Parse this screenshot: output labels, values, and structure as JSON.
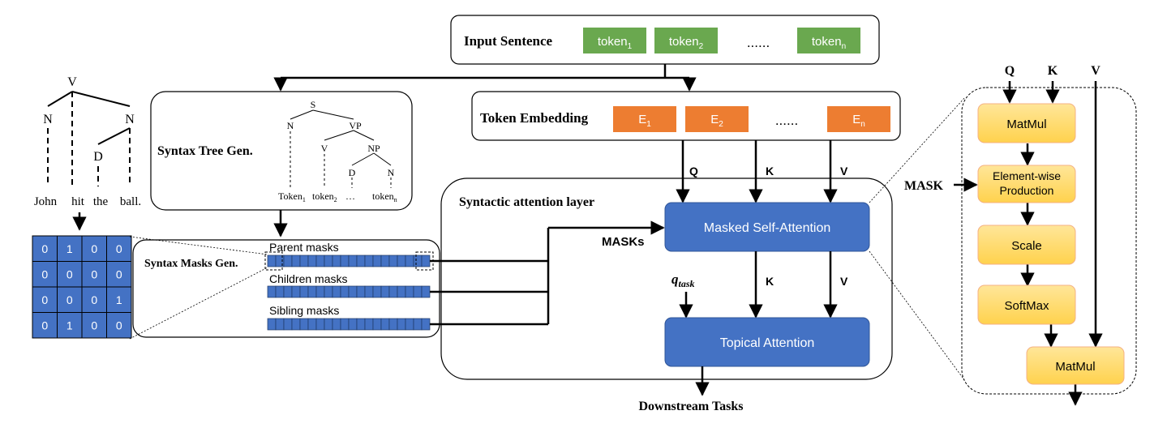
{
  "input": {
    "title": "Input Sentence",
    "tokens": [
      {
        "base": "token",
        "sub": "1"
      },
      {
        "base": "token",
        "sub": "2"
      },
      {
        "base": "token",
        "sub": "n"
      }
    ],
    "ellipsis": "......"
  },
  "embedding": {
    "title": "Token Embedding",
    "items": [
      {
        "base": "E",
        "sub": "1"
      },
      {
        "base": "E",
        "sub": "2"
      },
      {
        "base": "E",
        "sub": "n"
      }
    ],
    "ellipsis": "......"
  },
  "left_tree": {
    "nodes": [
      "V",
      "N",
      "N",
      "D"
    ],
    "words": [
      "John",
      "hit",
      "the",
      "ball."
    ]
  },
  "matrix": [
    [
      "0",
      "1",
      "0",
      "0"
    ],
    [
      "0",
      "0",
      "0",
      "0"
    ],
    [
      "0",
      "0",
      "0",
      "1"
    ],
    [
      "0",
      "1",
      "0",
      "0"
    ]
  ],
  "syntax_tree": {
    "title": "Syntax Tree Gen.",
    "nodes": [
      "S",
      "N",
      "VP",
      "V",
      "NP",
      "D",
      "N"
    ],
    "leaves": [
      {
        "base": "Token",
        "sub": "1"
      },
      {
        "base": "token",
        "sub": "2"
      },
      {
        "base": "…",
        "sub": ""
      },
      {
        "base": "token",
        "sub": "n"
      }
    ]
  },
  "masks": {
    "title": "Syntax Masks Gen.",
    "labels": [
      "Parent masks",
      "Children masks",
      "Sibling masks"
    ],
    "arrow_label": "MASKs"
  },
  "attention_layer": {
    "title": "Syntactic attention layer",
    "masked_block": "Masked Self-Attention",
    "topical_block": "Topical Attention",
    "q_label": "Q",
    "k_label": "K",
    "v_label": "V",
    "q_task": {
      "base": "q",
      "sub": "task"
    },
    "output": "Downstream Tasks"
  },
  "detail": {
    "q": "Q",
    "k": "K",
    "v": "V",
    "mask_label": "MASK",
    "blocks": [
      "MatMul",
      "Element-wise Production",
      "Scale",
      "SoftMax",
      "MatMul"
    ]
  },
  "colors": {
    "green": "#6aa84f",
    "orange": "#ed7d31",
    "blue": "#4472c4",
    "yellow": "#ffd966",
    "yellow_border": "#f4b183"
  }
}
